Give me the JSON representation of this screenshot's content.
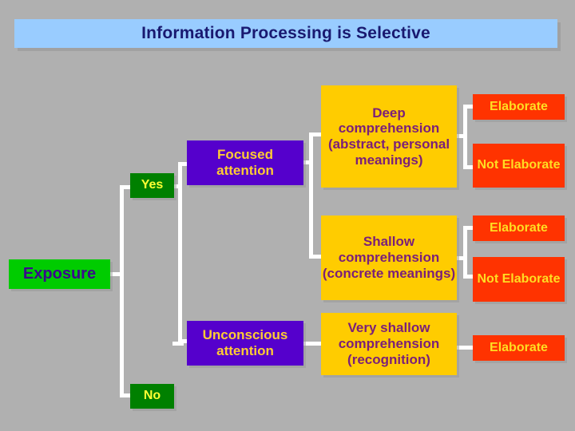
{
  "slide": {
    "background_color": "#b0b0b0",
    "title": {
      "text": "Information Processing is Selective",
      "band_color": "#99ccff",
      "text_color": "#191970"
    }
  },
  "nodes": {
    "exposure": {
      "label": "Exposure",
      "fill": "#00cc00",
      "text_color": "#3b0a8c"
    },
    "yes": {
      "label": "Yes",
      "fill": "#008000",
      "text_color": "#ffff33"
    },
    "no": {
      "label": "No",
      "fill": "#008000",
      "text_color": "#ffff33"
    },
    "focused_attention": {
      "label": "Focused attention",
      "fill": "#5500cc",
      "text_color": "#ffcc33"
    },
    "unconscious_attention": {
      "label": "Unconscious attention",
      "fill": "#5500cc",
      "text_color": "#ffcc33"
    },
    "deep_comprehension": {
      "label": "Deep comprehension (abstract, personal meanings)",
      "fill": "#ffcc00",
      "text_color": "#7a1f7a"
    },
    "shallow_comprehension": {
      "label": "Shallow comprehension (concrete meanings)",
      "fill": "#ffcc00",
      "text_color": "#7a1f7a"
    },
    "very_shallow_comprehension": {
      "label": "Very shallow comprehension (recognition)",
      "fill": "#ffcc00",
      "text_color": "#7a1f7a"
    },
    "elaborate_1": {
      "label": "Elaborate",
      "fill": "#ff3300",
      "text_color": "#ffdd22"
    },
    "not_elaborate_1": {
      "label": "Not Elaborate",
      "fill": "#ff3300",
      "text_color": "#ffdd22"
    },
    "elaborate_2": {
      "label": "Elaborate",
      "fill": "#ff3300",
      "text_color": "#ffdd22"
    },
    "not_elaborate_2": {
      "label": "Not Elaborate",
      "fill": "#ff3300",
      "text_color": "#ffdd22"
    },
    "elaborate_3": {
      "label": "Elaborate",
      "fill": "#ff3300",
      "text_color": "#ffdd22"
    }
  },
  "connector_color": "#ffffff"
}
